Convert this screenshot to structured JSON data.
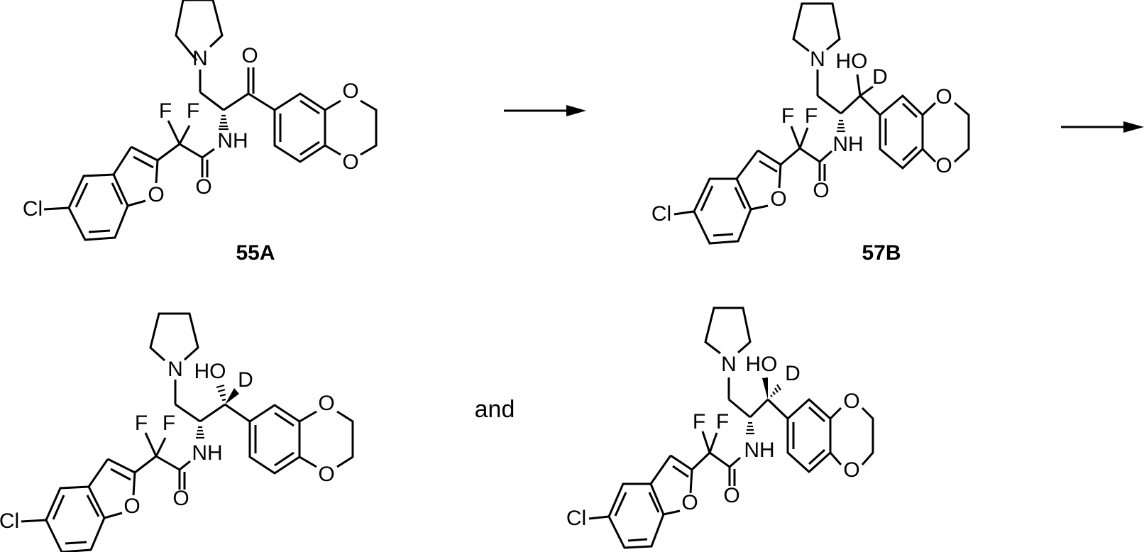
{
  "scheme": {
    "type": "reaction_scheme",
    "arrow_color": "#000000",
    "steps": [
      {
        "from": "55A",
        "to": "57B"
      },
      {
        "from": "57B",
        "to": "products"
      }
    ],
    "conjunction": "and"
  },
  "molecules": [
    {
      "id": "55A",
      "label": "55A",
      "atoms": {
        "cl": "Cl",
        "o_furan": "O",
        "f1": "F",
        "f2": "F",
        "o_amide": "O",
        "nh": "NH",
        "n_pyr": "N",
        "o_ketone": "O",
        "o_diox1": "O",
        "o_diox2": "O"
      }
    },
    {
      "id": "57B",
      "label": "57B",
      "atoms": {
        "cl": "Cl",
        "o_furan": "O",
        "f1": "F",
        "f2": "F",
        "o_amide": "O",
        "nh": "NH",
        "n_pyr": "N",
        "ho": "HO",
        "d": "D",
        "o_diox1": "O",
        "o_diox2": "O"
      }
    },
    {
      "id": "product-1",
      "label": "",
      "atoms": {
        "cl": "Cl",
        "o_furan": "O",
        "f1": "F",
        "f2": "F",
        "o_amide": "O",
        "nh": "NH",
        "n_pyr": "N",
        "ho": "HO",
        "d": "D",
        "o_diox1": "O",
        "o_diox2": "O"
      }
    },
    {
      "id": "product-2",
      "label": "",
      "atoms": {
        "cl": "Cl",
        "o_furan": "O",
        "f1": "F",
        "f2": "F",
        "o_amide": "O",
        "nh": "NH",
        "n_pyr": "N",
        "ho": "HO",
        "d": "D",
        "o_diox1": "O",
        "o_diox2": "O"
      }
    }
  ]
}
